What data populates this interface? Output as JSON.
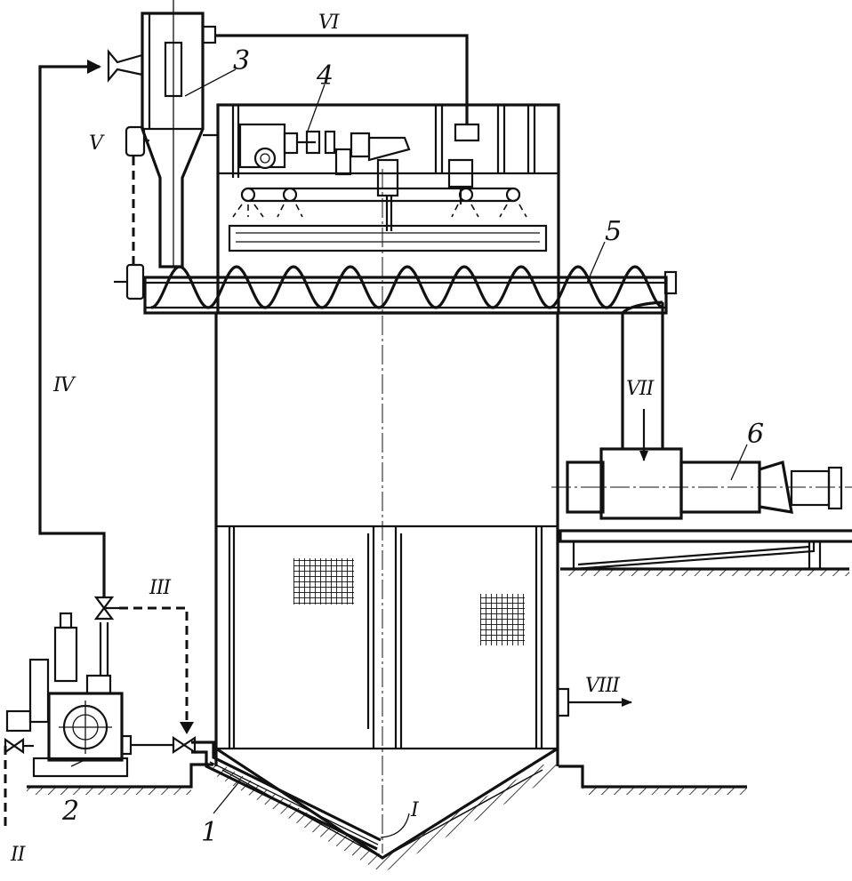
{
  "labels": {
    "n1": "1",
    "n2": "2",
    "n3": "3",
    "n4": "4",
    "n5": "5",
    "n6": "6"
  },
  "streams": {
    "s1": "I",
    "s2": "II",
    "s3": "III",
    "s4": "IV",
    "s5": "V",
    "s6": "VI",
    "s7": "VII",
    "s8": "VIII"
  },
  "colors": {
    "ink": "#111111",
    "paper": "#ffffff"
  }
}
